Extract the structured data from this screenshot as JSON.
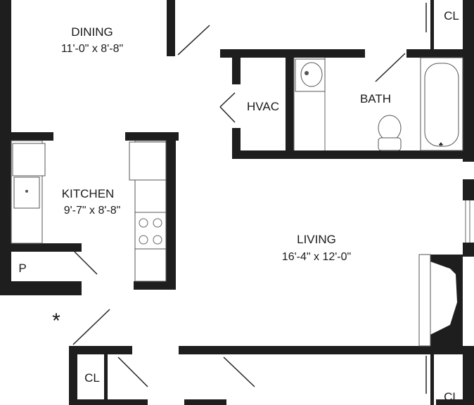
{
  "rooms": {
    "dining": {
      "name": "DINING",
      "dimensions": "11'-0\" x 8'-8\""
    },
    "kitchen": {
      "name": "KITCHEN",
      "dimensions": "9'-7\" x 8'-8\""
    },
    "living": {
      "name": "LIVING",
      "dimensions": "16'-4\" x 12'-0\""
    },
    "bath": {
      "name": "BATH"
    },
    "hvac": {
      "name": "HVAC"
    },
    "pantry": {
      "name": "P"
    },
    "closet_top_right": {
      "name": "CL"
    },
    "closet_bottom_left": {
      "name": "CL"
    },
    "closet_bottom_right": {
      "name": "CL"
    }
  },
  "entry_marker": "*"
}
